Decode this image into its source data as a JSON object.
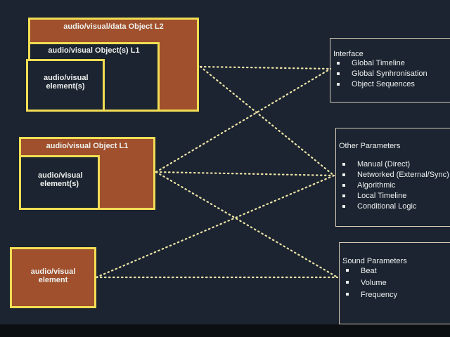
{
  "left_boxes": {
    "l2": {
      "title": "audio/visual/data Object L2",
      "inner_title": "audio/visual Object(s) L1",
      "element": "audio/visual element(s)"
    },
    "l1": {
      "title": "audio/visual Object L1",
      "element": "audio/visual element(s)"
    },
    "element": {
      "title": "audio/visual element"
    }
  },
  "right_panels": {
    "interface": {
      "title": "Interface",
      "items": [
        "Global Timeline",
        "Global Synhronisation",
        "Object Sequences"
      ]
    },
    "other": {
      "title": "Other Parameters",
      "items": [
        "Manual (Direct)",
        "Networked (External/Sync)",
        "Algorithmic",
        "Local Timeline",
        "Conditional Logic"
      ]
    },
    "sound": {
      "title": "Sound Parameters",
      "items": [
        "Beat",
        "Volume",
        "Frequency"
      ]
    }
  },
  "colors": {
    "box_fill": "#a0502c",
    "box_border": "#f2dd54",
    "background": "#1b2430"
  }
}
